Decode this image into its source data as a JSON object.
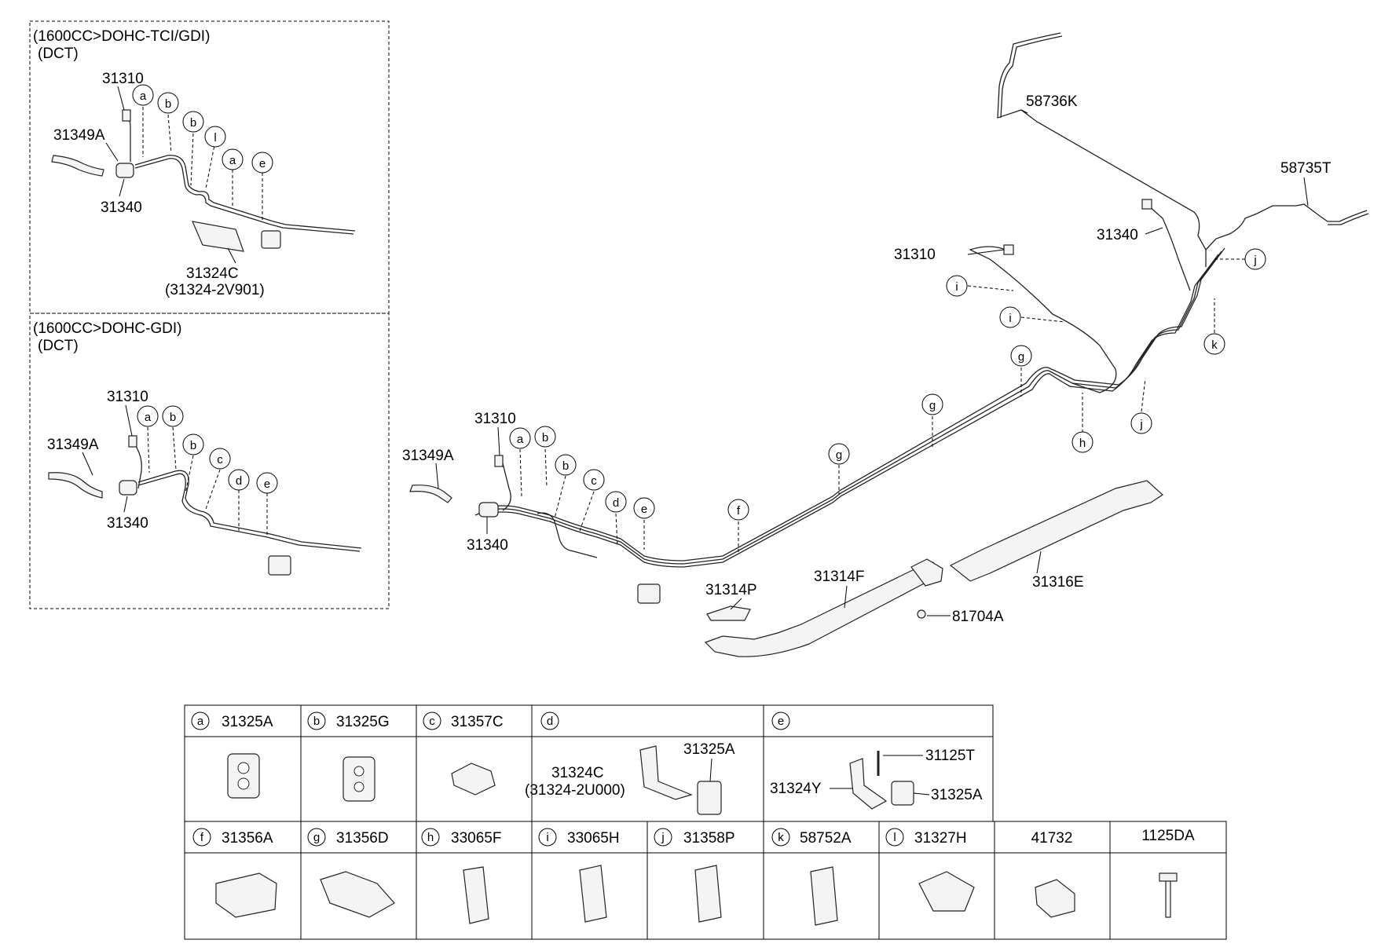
{
  "insets": [
    {
      "title": "(1600CC>DOHC-TCI/GDI)",
      "subtitle": "(DCT)"
    },
    {
      "title": "(1600CC>DOHC-GDI)",
      "subtitle": "(DCT)"
    }
  ],
  "inset1_parts": {
    "p31310": "31310",
    "p31349a": "31349A",
    "p31340": "31340",
    "p31324c": "31324C",
    "p31324c_sub": "(31324-2V901)",
    "clips": [
      "a",
      "b",
      "b",
      "l",
      "a",
      "e"
    ]
  },
  "inset2_parts": {
    "p31310": "31310",
    "p31349a": "31349A",
    "p31340": "31340",
    "clips": [
      "a",
      "b",
      "b",
      "c",
      "d",
      "e"
    ]
  },
  "main_parts": {
    "p58736k": "58736K",
    "p58735t": "58735T",
    "p31340_top": "31340",
    "p31310_top": "31310",
    "p31310": "31310",
    "p31349a": "31349A",
    "p31340": "31340",
    "p31314p": "31314P",
    "p31314f": "31314F",
    "p31316e": "31316E",
    "p81704a": "81704A",
    "clips_left": [
      "a",
      "b",
      "b",
      "c",
      "d",
      "e",
      "f"
    ],
    "clips_mid": [
      "g",
      "g",
      "g",
      "h",
      "i",
      "i",
      "j",
      "j",
      "k"
    ]
  },
  "table": {
    "row1": [
      {
        "letter": "a",
        "part": "31325A"
      },
      {
        "letter": "b",
        "part": "31325G"
      },
      {
        "letter": "c",
        "part": "31357C"
      },
      {
        "letter": "d",
        "part": ""
      },
      {
        "letter": "e",
        "part": ""
      }
    ],
    "d_cell": {
      "p1": "31324C",
      "p1_sub": "(31324-2U000)",
      "p2": "31325A"
    },
    "e_cell": {
      "p1": "31125T",
      "p2": "31324Y",
      "p3": "31325A"
    },
    "row2": [
      {
        "letter": "f",
        "part": "31356A"
      },
      {
        "letter": "g",
        "part": "31356D"
      },
      {
        "letter": "h",
        "part": "33065F"
      },
      {
        "letter": "i",
        "part": "33065H"
      },
      {
        "letter": "j",
        "part": "31358P"
      },
      {
        "letter": "k",
        "part": "58752A"
      },
      {
        "letter": "l",
        "part": "31327H"
      },
      {
        "letter": "",
        "part": "41732"
      },
      {
        "letter": "",
        "part": "1125DA"
      }
    ]
  }
}
